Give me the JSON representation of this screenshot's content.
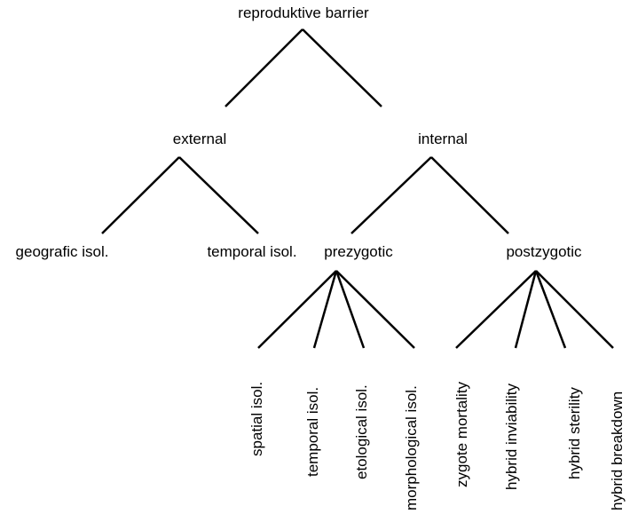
{
  "diagram": {
    "root": "reproduktive barrier",
    "level1": {
      "external": "external",
      "internal": "internal"
    },
    "level2": {
      "geografic": "geografic  isol.",
      "temporal": "temporal  isol.",
      "prezygotic": "prezygotic",
      "postzygotic": "postzygotic"
    },
    "prezygotic_children": {
      "spatial": "spatial isol.",
      "temporal": "temporal isol.",
      "etological": "etological isol.",
      "morphological": "morphological isol."
    },
    "postzygotic_children": {
      "zygote": "zygote mortality",
      "inviability": "hybrid inviability",
      "sterility": "hybrid sterility",
      "breakdown": "hybrid breakdown"
    }
  }
}
